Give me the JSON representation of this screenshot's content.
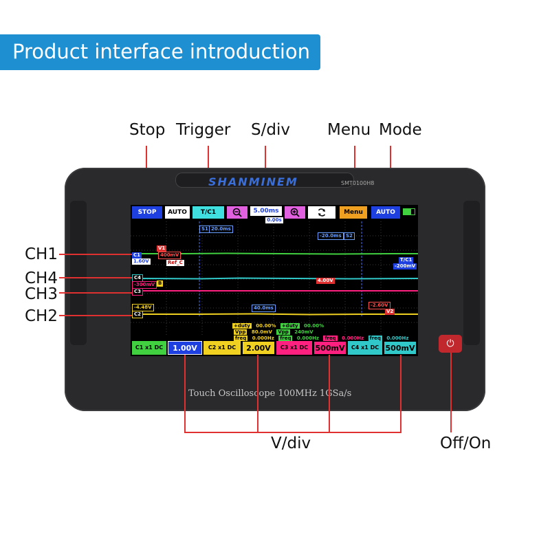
{
  "banner": {
    "title": "Product interface introduction"
  },
  "callouts": {
    "stop": "Stop",
    "trigger": "Trigger",
    "sdiv": "S/div",
    "menu": "Menu",
    "mode": "Mode",
    "ch1": "CH1",
    "ch4": "CH4",
    "ch3": "CH3",
    "ch2": "CH2",
    "vdiv": "V/div",
    "offon": "Off/On"
  },
  "device": {
    "brand": "SHANMINEM",
    "model": "SMT0100H8",
    "subtitle": "Touch Oscilloscope 100MHz 1GSa/s"
  },
  "toolbar": {
    "stop": "STOP",
    "auto_left": "AUTO",
    "trigger": "T/C1",
    "timebase": "5.00ms",
    "offset": "0.00s",
    "menu": "Menu",
    "mode": "AUTO"
  },
  "screen_labels": {
    "s1": "S1",
    "s1_time": "20.0ms",
    "s2_time": "-20.0ms",
    "s2": "S2",
    "v1": "V1",
    "v1_val": "400mV",
    "ref": "Ref_C",
    "ch1_marker": "C1",
    "ch1_offset": "1.60V",
    "tc1": "T/C1",
    "trig_level": "-200mV",
    "ch4_marker": "C4",
    "ch4_offset": "-300mV",
    "b_marker": "B",
    "ch4_level": "4.00V",
    "ch3_marker": "C3",
    "ch2_offset": "-4.48V",
    "mid_time": "40.0ms",
    "ch2_level": "-2.60V",
    "v2": "V2",
    "ch2_marker": "C2"
  },
  "measurements": [
    {
      "name": "+duty",
      "value": "00.00%",
      "name2": "+duty",
      "value2": "00.00%"
    },
    {
      "name": "Vpp",
      "value": "80.0mV",
      "name2": "Vpp",
      "value2": "240mV"
    },
    {
      "name": "freq",
      "value": "0.000Hz",
      "name2": "freq",
      "value2": "0.000Hz",
      "name3": "freq",
      "value3": "0.000Hz",
      "name4": "freq",
      "value4": "0.000Hz"
    }
  ],
  "channels": [
    {
      "label": "C1 x1 DC",
      "scale": "1.00V"
    },
    {
      "label": "C2 x1 DC",
      "scale": "2.00V"
    },
    {
      "label": "C3 x1 DC",
      "scale": "500mV"
    },
    {
      "label": "C4 x1 DC",
      "scale": "500mV"
    }
  ],
  "colors": {
    "ch1": "#40d040",
    "ch2": "#f0d020",
    "ch3": "#ff2080",
    "ch4": "#30c8c8",
    "accent": "#1e8fd0",
    "callout_line": "#e03030"
  }
}
